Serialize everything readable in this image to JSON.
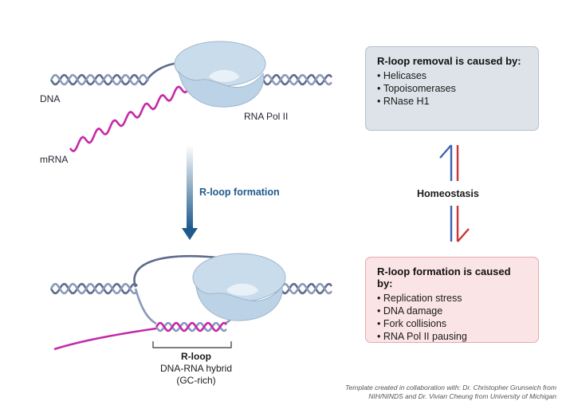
{
  "labels": {
    "dna": "DNA",
    "mrna": "mRNA",
    "rna_pol": "RNA Pol II",
    "rloop_formation": "R-loop formation",
    "homeostasis": "Homeostasis",
    "rloop_title": "R-loop",
    "rloop_subtitle_1": "DNA-RNA hybrid",
    "rloop_subtitle_2": "(GC-rich)"
  },
  "removal_box": {
    "title": "R-loop removal is caused by:",
    "items": [
      "Helicases",
      "Topoisomerases",
      "RNase H1"
    ]
  },
  "formation_box": {
    "title": "R-loop formation is caused by:",
    "items": [
      "Replication stress",
      "DNA damage",
      "Fork collisions",
      "RNA Pol II pausing"
    ]
  },
  "credit": {
    "line1": "Template created in collaboration with: Dr. Christopher Grunseich from",
    "line2": "NIH/NINDS and Dr. Vivian Cheung from University of Michigan"
  },
  "colors": {
    "dna_strand": "#5f6b8c",
    "mrna": "#c42aa8",
    "polymerase": "#c9dcec",
    "arrow_blue": "#1f5a8c",
    "removal_bg": "#dde3e8",
    "formation_bg": "#fbe4e6",
    "homeo_blue": "#3a66b0",
    "homeo_red": "#cc3333"
  }
}
